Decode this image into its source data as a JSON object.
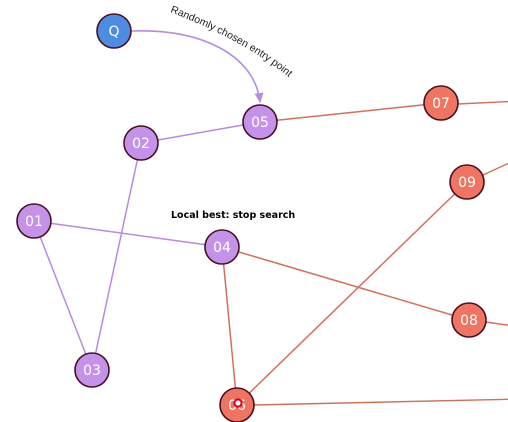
{
  "colors": {
    "query": "#4c8de3",
    "visited": "#c592ea",
    "unvisited": "#ef7461",
    "node_stroke": "#4a1020",
    "visited_edge": "#b88ae0",
    "unvisited_edge": "#d3705c",
    "marker": "#d6001c"
  },
  "annotations": {
    "entry": "Randomly chosen entry point",
    "stop": "Local best: stop search"
  },
  "nodes": [
    {
      "id": "Q",
      "label": "Q",
      "status": "query"
    },
    {
      "id": "05",
      "label": "05",
      "status": "visited"
    },
    {
      "id": "02",
      "label": "02",
      "status": "visited"
    },
    {
      "id": "01",
      "label": "01",
      "status": "visited"
    },
    {
      "id": "03",
      "label": "03",
      "status": "visited"
    },
    {
      "id": "04",
      "label": "04",
      "status": "visited"
    },
    {
      "id": "07",
      "label": "07",
      "status": "unvisited"
    },
    {
      "id": "09",
      "label": "09",
      "status": "unvisited"
    },
    {
      "id": "08",
      "label": "08",
      "status": "unvisited"
    },
    {
      "id": "06",
      "label": "06",
      "status": "unvisited"
    }
  ],
  "edges": [
    {
      "from": "05",
      "to": "02",
      "status": "visited"
    },
    {
      "from": "02",
      "to": "03",
      "status": "visited"
    },
    {
      "from": "03",
      "to": "01",
      "status": "visited"
    },
    {
      "from": "01",
      "to": "04",
      "status": "visited"
    },
    {
      "from": "05",
      "to": "07",
      "status": "unvisited"
    },
    {
      "from": "04",
      "to": "08",
      "status": "unvisited"
    },
    {
      "from": "04",
      "to": "06",
      "status": "unvisited"
    },
    {
      "from": "06",
      "to": "09",
      "status": "unvisited"
    }
  ]
}
